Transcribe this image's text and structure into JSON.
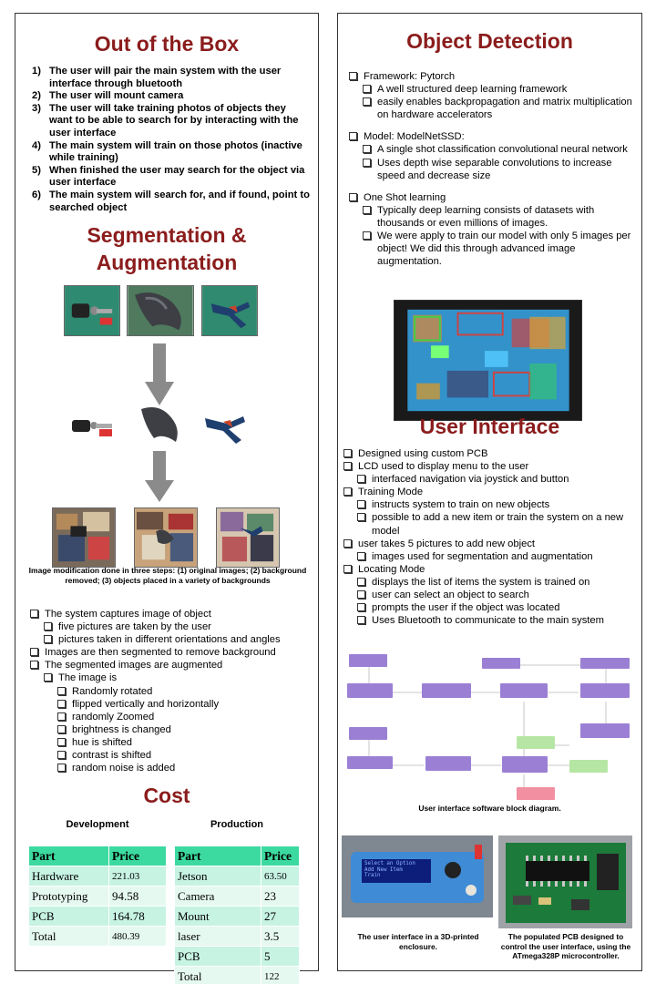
{
  "out_of_box": {
    "title": "Out of the Box",
    "items": [
      {
        "num": "1)",
        "text": "The user will pair the main system with the user interface through bluetooth"
      },
      {
        "num": "2)",
        "text": "The user will mount camera"
      },
      {
        "num": "3)",
        "text": "The user will take training photos of objects they want to be able to search for by interacting with the user interface"
      },
      {
        "num": "4)",
        "text": "The main system will train on those photos (inactive while training)"
      },
      {
        "num": "5)",
        "text": "When finished the user may search for the object via user interface"
      },
      {
        "num": "6)",
        "text": "The main system will search for, and if found, point to searched object"
      }
    ]
  },
  "segmentation": {
    "title_line1": "Segmentation &",
    "title_line2": "Augmentation",
    "caption": "Image modification done in three steps: (1) original images; (2) background removed; (3) objects placed in a variety of backgrounds",
    "items": [
      {
        "level": 0,
        "text": "The system captures image of object"
      },
      {
        "level": 1,
        "text": "five pictures are taken by the user"
      },
      {
        "level": 1,
        "text": "pictures taken in different orientations and angles"
      },
      {
        "level": 0,
        "text": "Images are then segmented to remove background"
      },
      {
        "level": 0,
        "text": "The segmented images are augmented"
      },
      {
        "level": 1,
        "text": "The image is"
      },
      {
        "level": 2,
        "text": "Randomly rotated"
      },
      {
        "level": 2,
        "text": "flipped vertically and horizontally"
      },
      {
        "level": 2,
        "text": "randomly Zoomed"
      },
      {
        "level": 2,
        "text": "brightness is changed"
      },
      {
        "level": 2,
        "text": "hue is shifted"
      },
      {
        "level": 2,
        "text": "contrast is shifted"
      },
      {
        "level": 2,
        "text": "random noise is added"
      }
    ]
  },
  "cost": {
    "title": "Cost",
    "development": {
      "label": "Development",
      "header": [
        "Part",
        "Price"
      ],
      "rows": [
        [
          "Hardware",
          "221.03"
        ],
        [
          "Prototyping",
          "94.58"
        ],
        [
          "PCB",
          "164.78"
        ],
        [
          "Total",
          "480.39"
        ]
      ]
    },
    "production": {
      "label": "Production",
      "header": [
        "Part",
        "Price"
      ],
      "rows": [
        [
          "Jetson",
          "63.50"
        ],
        [
          "Camera",
          "23"
        ],
        [
          "Mount",
          "27"
        ],
        [
          "laser",
          "3.5"
        ],
        [
          "PCB",
          "5"
        ],
        [
          "Total",
          "122"
        ]
      ]
    }
  },
  "object_detection": {
    "title": "Object Detection",
    "items": [
      {
        "level": 0,
        "text": "Framework: Pytorch"
      },
      {
        "level": 1,
        "text": "A well structured deep learning framework"
      },
      {
        "level": 1,
        "text": "easily enables backpropagation and matrix multiplication on hardware accelerators"
      },
      {
        "level": 0,
        "text": "Model: ModelNetSSD:",
        "gap": true
      },
      {
        "level": 1,
        "text": "A single shot classification convolutional neural network"
      },
      {
        "level": 1,
        "text": "Uses depth wise separable convolutions to increase speed and decrease size"
      },
      {
        "level": 0,
        "text": "One Shot learning",
        "gap": true
      },
      {
        "level": 1,
        "text": "Typically deep learning consists of datasets with thousands or even millions of images."
      },
      {
        "level": 1,
        "text": "We were apply to train our model with only 5 images per object! We did this through advanced image augmentation."
      }
    ]
  },
  "user_interface": {
    "title": "User Interface",
    "items": [
      {
        "level": 0,
        "text": "Designed using custom PCB"
      },
      {
        "level": 0,
        "text": "LCD used to display menu to the user"
      },
      {
        "level": 1,
        "text": "interfaced navigation via joystick and button"
      },
      {
        "level": 0,
        "text": "Training Mode"
      },
      {
        "level": 1,
        "text": "instructs system to train on new objects"
      },
      {
        "level": 1,
        "text": "possible to add a new item or train the system on a new model"
      },
      {
        "level": 0,
        "text": "user takes 5 pictures to add new object"
      },
      {
        "level": 1,
        "text": "images used for segmentation and augmentation"
      },
      {
        "level": 0,
        "text": "Locating Mode"
      },
      {
        "level": 1,
        "text": "displays the list of items the system is trained on"
      },
      {
        "level": 1,
        "text": "user can select an object to search"
      },
      {
        "level": 1,
        "text": "prompts the user if the object was located"
      },
      {
        "level": 1,
        "text": "Uses Bluetooth to communicate to the main system"
      }
    ],
    "diagram_caption": "User interface software block diagram.",
    "caption_enclosure": "The user interface in a 3D-printed enclosure.",
    "caption_pcb": "The populated PCB designed to control the user interface, using the ATmega328P microcontroller.",
    "lcd_lines": [
      "Select an Option",
      "Add New Item",
      "Train"
    ]
  },
  "colors": {
    "heading": "#8b1c1c",
    "table_header": "#3cd9a0",
    "table_row_a": "#c7f3e3",
    "table_row_b": "#e5f9f1",
    "diagram_box": "#9b7fd4",
    "diagram_box_pink": "#f28fa0",
    "diagram_box_green": "#b6e6a4"
  }
}
